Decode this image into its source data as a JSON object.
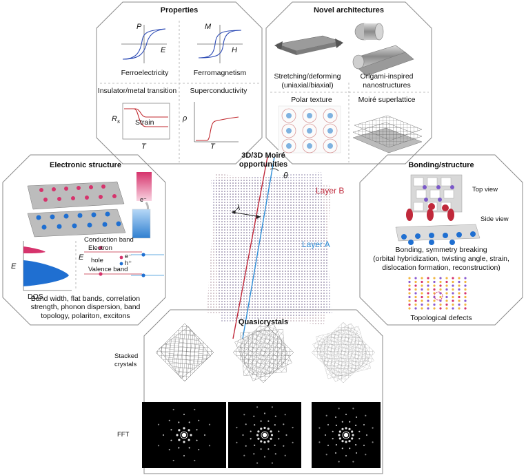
{
  "center": {
    "title_line1": "3D/3D Moiré",
    "title_line2": "opportunities",
    "theta": "θ",
    "lambda": "λ",
    "layer_b": "Layer B",
    "layer_a": "Layer A"
  },
  "properties": {
    "title": "Properties",
    "ferroelectricity": "Ferroelectricity",
    "ferromagnetism": "Ferromagnetism",
    "insulator_metal": "Insulator/metal transition",
    "superconductivity": "Superconductivity",
    "fe_axis_y": "P",
    "fe_axis_x": "E",
    "fm_axis_y": "M",
    "fm_axis_x": "H",
    "imt_axis_y": "Rs",
    "imt_axis_y_main": "R",
    "imt_axis_y_sub": "s",
    "imt_axis_x": "T",
    "imt_inner": "Strain",
    "sc_axis_y": "ρ",
    "sc_axis_x": "T"
  },
  "architectures": {
    "title": "Novel architectures",
    "stretching_line1": "Stretching/deforming",
    "stretching_line2": "(uniaxial/biaxial)",
    "origami_line1": "Origami-inspired",
    "origami_line2": "nanostructures",
    "polar": "Polar texture",
    "moire_superlattice": "Moiré superlattice"
  },
  "electronic": {
    "title": "Electronic structure",
    "e_minus_badge": "e⁻",
    "dos_axis_y": "E",
    "dos_axis_x": "DOS",
    "band_axis_y": "E",
    "conduction_band": "Conduction band",
    "electron": "Electron",
    "hole": "hole",
    "valence_band": "Valence band",
    "e_minus": "e⁻",
    "h_plus": "h⁺",
    "summary": "Band width, flat bands, correlation strength, phonon dispersion, band topology, polariton, excitons"
  },
  "bonding": {
    "title": "Bonding/structure",
    "top_view": "Top view",
    "side_view": "Side view",
    "desc_line1": "Bonding, symmetry breaking",
    "desc_line2": "(orbital hybridization, twisting angle, strain,",
    "desc_line3": "dislocation formation, reconstruction)",
    "topological_defects": "Topological defects"
  },
  "quasicrystals": {
    "title": "Quasicrystals",
    "stacked_line1": "Stacked",
    "stacked_line2": "crystals",
    "fft": "FFT"
  },
  "colors": {
    "layer_b": "#c0293b",
    "layer_a": "#2f8fd8",
    "curve_blue": "#2d4bb5",
    "curve_red": "#c0272d",
    "outline": "#8a8a8a",
    "magenta": "#d6336c",
    "blue_ball": "#1f6fd1"
  }
}
